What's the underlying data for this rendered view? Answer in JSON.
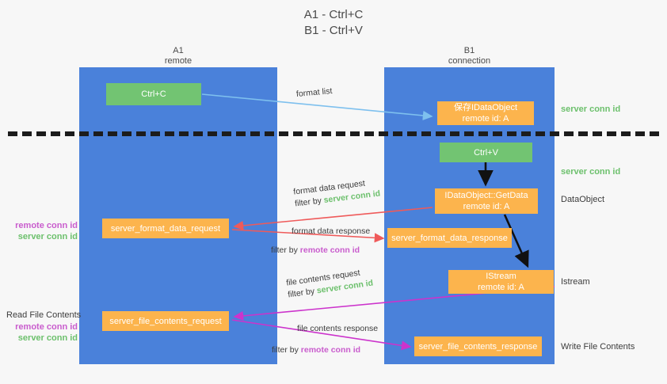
{
  "title": "A1 - Ctrl+C\nB1 - Ctrl+V",
  "columns": {
    "left": {
      "name": "A1",
      "sub": "remote"
    },
    "right": {
      "name": "B1",
      "sub": "connection"
    }
  },
  "boxes": {
    "ctrl_c": {
      "line1": "Ctrl+C",
      "line2": ""
    },
    "save_idataobject": {
      "line1": "保存IDataObject",
      "line2": "remote id: A"
    },
    "ctrl_v": {
      "line1": "Ctrl+V",
      "line2": ""
    },
    "getdata": {
      "line1": "IDataObject::GetData",
      "line2": "remote id: A"
    },
    "server_format_data_request": {
      "line1": "server_format_data_request"
    },
    "server_format_data_response": {
      "line1": "server_format_data_response"
    },
    "istream": {
      "line1": "IStream",
      "line2": "remote id: A"
    },
    "server_file_contents_request": {
      "line1": "server_file_contents_request"
    },
    "server_file_contents_response": {
      "line1": "server_file_contents_response"
    }
  },
  "side_labels": {
    "server_conn_id_top": "server conn id",
    "server_conn_id_mid": "server conn id",
    "dataobject": "DataObject",
    "istream": "Istream",
    "write_file_contents": "Write File Contents",
    "read_file_contents": "Read File Contents",
    "remote_conn_id": "remote conn id",
    "server_conn_id": "server conn id"
  },
  "edges": {
    "format_list": "format list",
    "format_data_request": "format data request",
    "format_data_request_filter_prefix": "filter by ",
    "format_data_request_filter_key": "server conn id",
    "format_data_response": "format data response",
    "format_data_response_filter_prefix": "filter by ",
    "format_data_response_filter_key": "remote conn id",
    "file_contents_request": "file contents request",
    "file_contents_request_filter_prefix": "filter by ",
    "file_contents_request_filter_key": "server conn id",
    "file_contents_response": "file contents response",
    "file_contents_response_filter_prefix": "filter by ",
    "file_contents_response_filter_key": "remote conn id"
  },
  "colors": {
    "lane": "#4a81da",
    "green_box": "#72c472",
    "orange_box": "#fcb44d",
    "green_text": "#6cc06c",
    "magenta_text": "#c95ccd",
    "blue_arrow": "#7ec0ee",
    "red_arrow": "#ef5a5a",
    "magenta_arrow": "#cc33cc",
    "black_arrow": "#111111",
    "background": "#f7f7f7"
  }
}
